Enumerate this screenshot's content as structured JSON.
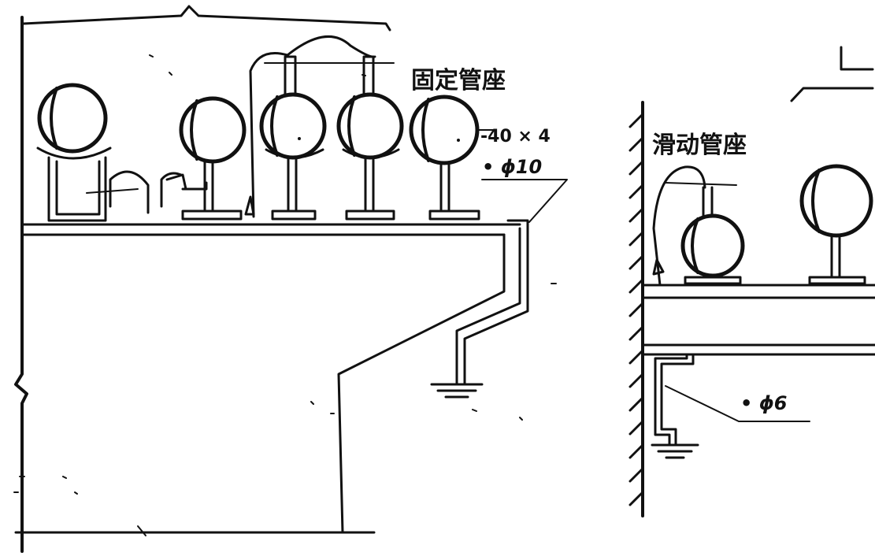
{
  "labels": {
    "fixed_support": "固定管座",
    "flat_steel": "-40 × 4",
    "rod_left": "• ϕ10",
    "sliding_support": "滑动管座",
    "rod_right": "• ϕ6"
  },
  "colors": {
    "ink": "#111111",
    "paper": "#ffffff"
  }
}
